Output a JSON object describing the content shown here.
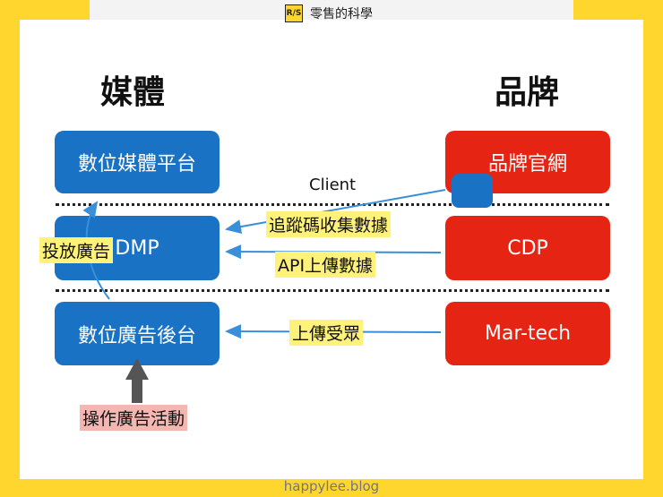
{
  "header": {
    "logo_text": "R/S",
    "title": "零售的科學"
  },
  "sections": {
    "media_title": "媒體",
    "brand_title": "品牌"
  },
  "media_boxes": {
    "platform": "數位媒體平台",
    "dmp": "DMP",
    "ad_backend": "數位廣告後台"
  },
  "brand_boxes": {
    "website": "品牌官網",
    "cdp": "CDP",
    "martech": "Mar-tech"
  },
  "labels": {
    "client": "Client",
    "tracking": "追蹤碼收集數據",
    "api": "API上傳數據",
    "upload_audience": "上傳受眾",
    "ad_delivery": "投放廣告",
    "operate": "操作廣告活動"
  },
  "colors": {
    "media_blue": "#1a72c5",
    "brand_red": "#e62414",
    "frame_yellow": "#fed62e",
    "highlight_yellow": "#fef27a",
    "highlight_pink": "#f4b6b1"
  },
  "footer": "happylee.blog"
}
